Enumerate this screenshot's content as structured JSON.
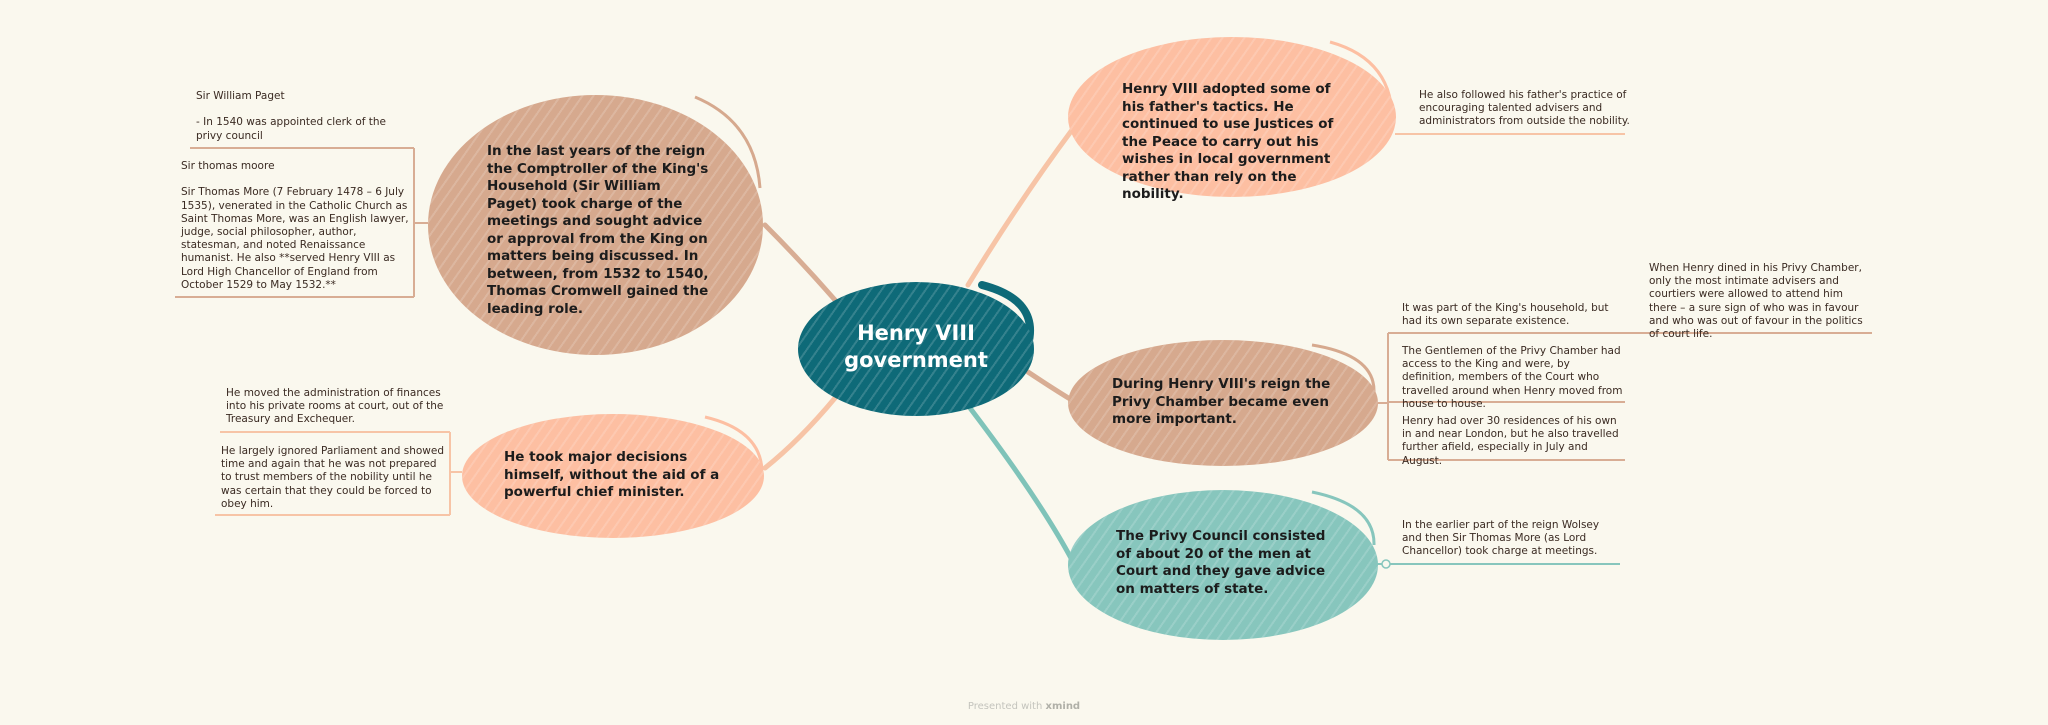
{
  "central": {
    "title_line1": "Henry VIII",
    "title_line2": "government",
    "color": "#0e6a78"
  },
  "branches": {
    "adopted": {
      "text": "Henry VIII adopted some of his father's tactics. He continued to use Justices of the Peace to carry out his wishes in local government rather than rely on the nobility.",
      "color": "#fdbfa2",
      "notes": [
        "He also followed his father's practice of encouraging talented advisers and administrators from outside the nobility."
      ]
    },
    "privy_chamber": {
      "text": "During Henry VIII's reign the Privy Chamber became even more important.",
      "color": "#d6a98e",
      "notes": [
        "It was part of the King's household, but had its own separate existence.",
        "The Gentlemen of the Privy Chamber had access to the King and were, by definition, members of the Court who travelled around when Henry moved from house to house.",
        "Henry had over 30 residences of his own in and near London, but he also travelled further afield, especially in July and August.",
        "When Henry dined in his Privy Chamber, only the most intimate advisers and courtiers were allowed to attend him there – a sure sign of who was in favour and who was out of favour in the politics of court life."
      ]
    },
    "privy_council": {
      "text": "The Privy Council consisted of about 20 of the men at Court and they gave advice on matters of state.",
      "color": "#87c6bd",
      "notes": [
        "In the earlier part of the reign Wolsey and then Sir Thomas More (as Lord Chancellor) took charge at meetings."
      ]
    },
    "comptroller": {
      "text": "In the last years of the reign the Comptroller of the King's Household (Sir William Paget) took charge of the meetings and sought advice or approval from the King on matters being discussed. In between, from 1532 to 1540, Thomas Cromwell gained the leading role.",
      "color": "#d6a98e",
      "notes": [
        "Sir William Paget\n\n- In 1540 was appointed clerk of the privy council",
        "Sir thomas moore\n\nSir Thomas More (7 February 1478 – 6 July 1535), venerated in the Catholic Church as Saint Thomas More, was an English lawyer, judge, social philosopher, author, statesman, and noted Renaissance humanist. He also **served Henry VIII as Lord High Chancellor of England from October 1529 to May 1532.**"
      ]
    },
    "decisions": {
      "text": "He took major decisions himself, without the aid of a powerful chief minister.",
      "color": "#fdbfa2",
      "notes": [
        "He moved the administration of finances into his private rooms at court, out of the Treasury and Exchequer.",
        "He largely ignored Parliament and showed time and again that he was not prepared to trust members of the nobility until he was certain that they could be forced to obey him."
      ]
    }
  },
  "footer": {
    "prefix": "Presented with",
    "brand": "xmind"
  }
}
